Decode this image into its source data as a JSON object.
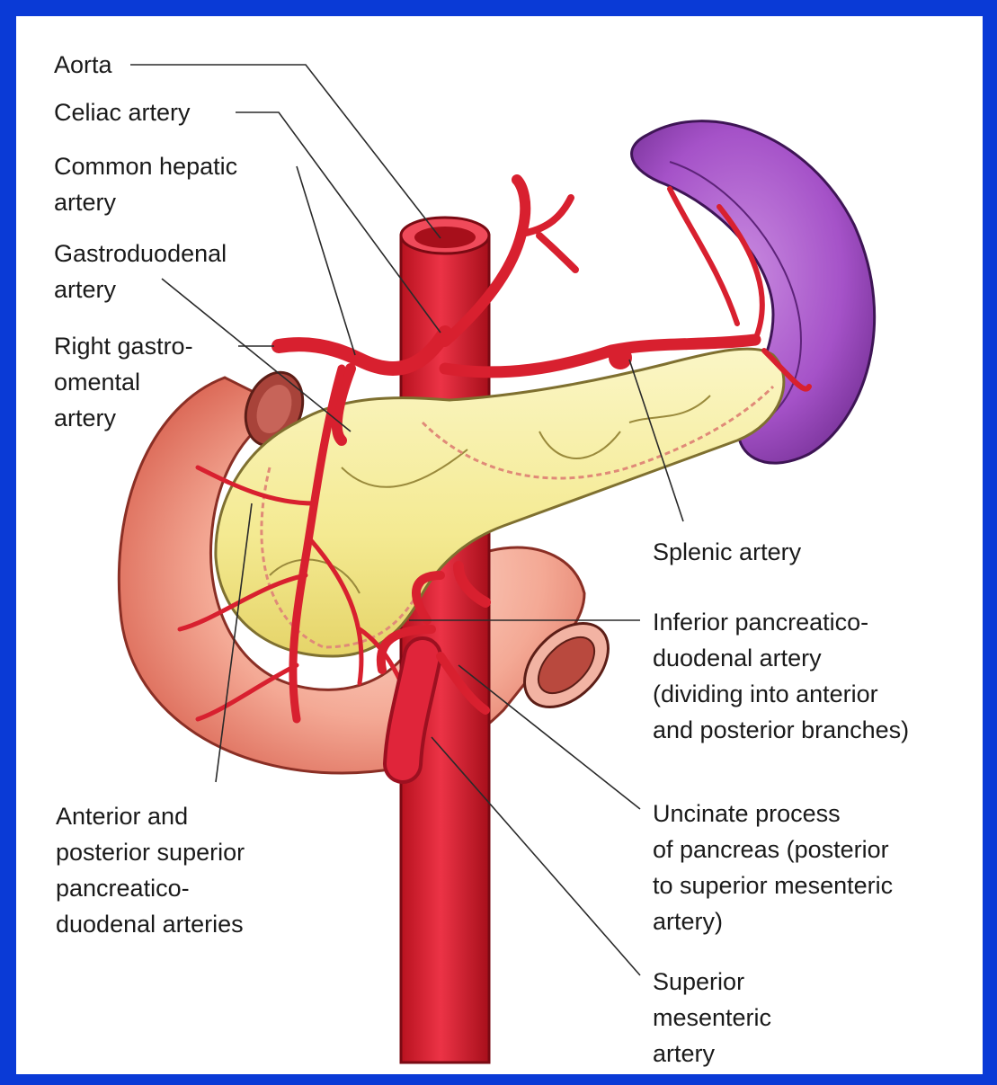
{
  "labels": {
    "aorta": "Aorta",
    "celiac": "Celiac artery",
    "common_hepatic": "Common hepatic\nartery",
    "gastroduodenal": "Gastroduodenal\nartery",
    "right_gastroomental": "Right gastro-\nomental\nartery",
    "ant_post_sup": "Anterior and\nposterior superior\npancreatico-\nduodenal arteries",
    "splenic": "Splenic artery",
    "inferior_pd": "Inferior pancreatico-\nduodenal artery\n(dividing into anterior\nand posterior branches)",
    "uncinate": "Uncinate process\nof pancreas (posterior\nto superior mesenteric\nartery)",
    "sma": "Superior\nmesenteric\nartery"
  },
  "colors": {
    "frame": "#0a3ad6",
    "artery": "#e0253a",
    "artery_dark": "#9c1020",
    "pancreas": "#f6ee9c",
    "spleen": "#a24ec4",
    "duodenum": "#f2a58e"
  }
}
